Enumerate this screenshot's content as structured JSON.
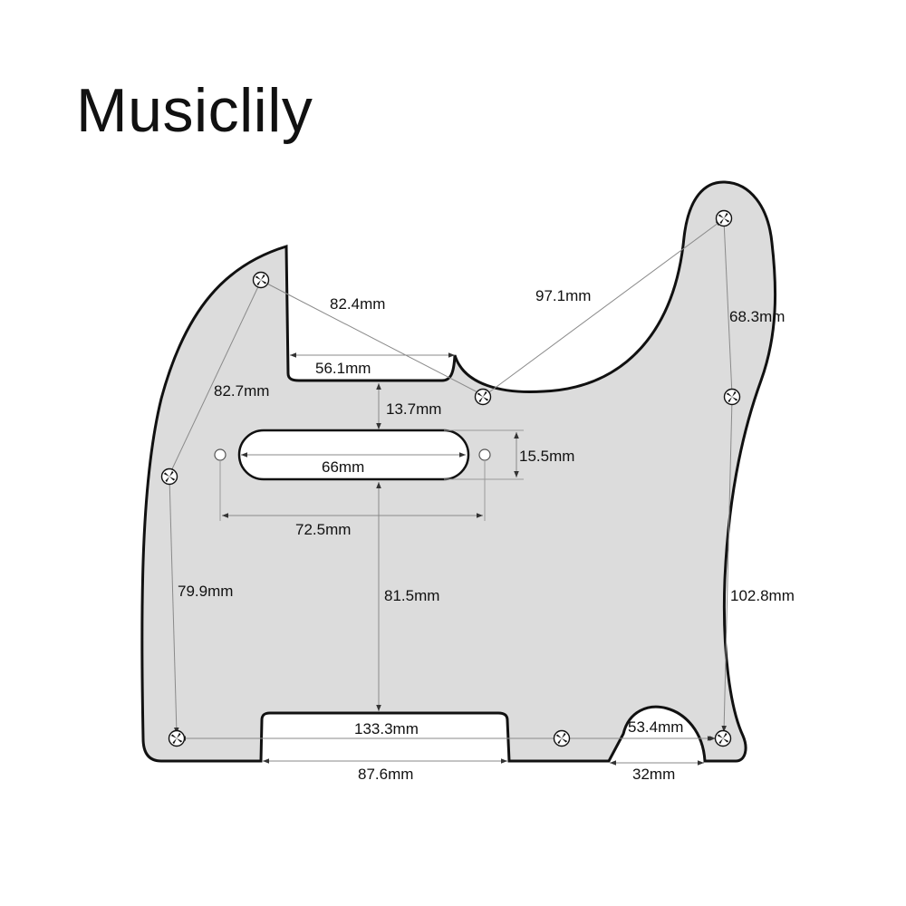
{
  "brand": "Musiclily",
  "colors": {
    "pickguard_fill": "#dcdcdc",
    "outline": "#111111",
    "cutout_fill": "#ffffff",
    "dimension_line": "#8a8a8a",
    "text": "#111111"
  },
  "dimensions": {
    "d_56_1": "56.1mm",
    "d_13_7": "13.7mm",
    "d_15_5": "15.5mm",
    "d_66": "66mm",
    "d_72_5": "72.5mm",
    "d_81_5": "81.5mm",
    "d_82_4": "82.4mm",
    "d_82_7": "82.7mm",
    "d_79_9": "79.9mm",
    "d_97_1": "97.1mm",
    "d_68_3": "68.3mm",
    "d_102_8": "102.8mm",
    "d_133_3": "133.3mm",
    "d_87_6": "87.6mm",
    "d_53_4": "53.4mm",
    "d_32": "32mm"
  },
  "icons": {
    "screw_hole": "phillips-screw-hole-icon",
    "mount_hole": "plain-mount-hole-icon"
  }
}
